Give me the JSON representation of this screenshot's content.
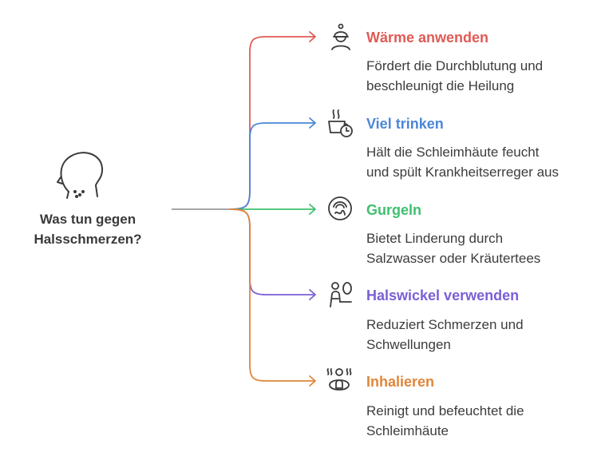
{
  "root": {
    "title_lines": [
      "Was tun gegen",
      "Halsschmerzen?"
    ],
    "icon": "head-throat-icon"
  },
  "branches": [
    {
      "title": "Wärme anwenden",
      "desc_lines": [
        "Fördert die Durchblutung und",
        "beschleunigt die Heilung"
      ],
      "color": "#e05a55",
      "icon": "warm-hat-person-icon"
    },
    {
      "title": "Viel trinken",
      "desc_lines": [
        "Hält die Schleimhäute feucht",
        "und spült Krankheitserreger aus"
      ],
      "color": "#4a86d8",
      "icon": "tea-cup-clock-icon"
    },
    {
      "title": "Gurgeln",
      "desc_lines": [
        "Bietet Linderung durch",
        "Salzwasser oder Kräutertees"
      ],
      "color": "#3fbf6f",
      "icon": "gargle-face-icon"
    },
    {
      "title": "Halswickel verwenden",
      "desc_lines": [
        "Reduziert Schmerzen und",
        "Schwellungen"
      ],
      "color": "#7b5fd6",
      "icon": "person-wrap-icon"
    },
    {
      "title": "Inhalieren",
      "desc_lines": [
        "Reinigt und befeuchtet die",
        "Schleimhäute"
      ],
      "color": "#e0863a",
      "icon": "steam-inhale-icon"
    }
  ],
  "connector_color": "#a6a6a6"
}
